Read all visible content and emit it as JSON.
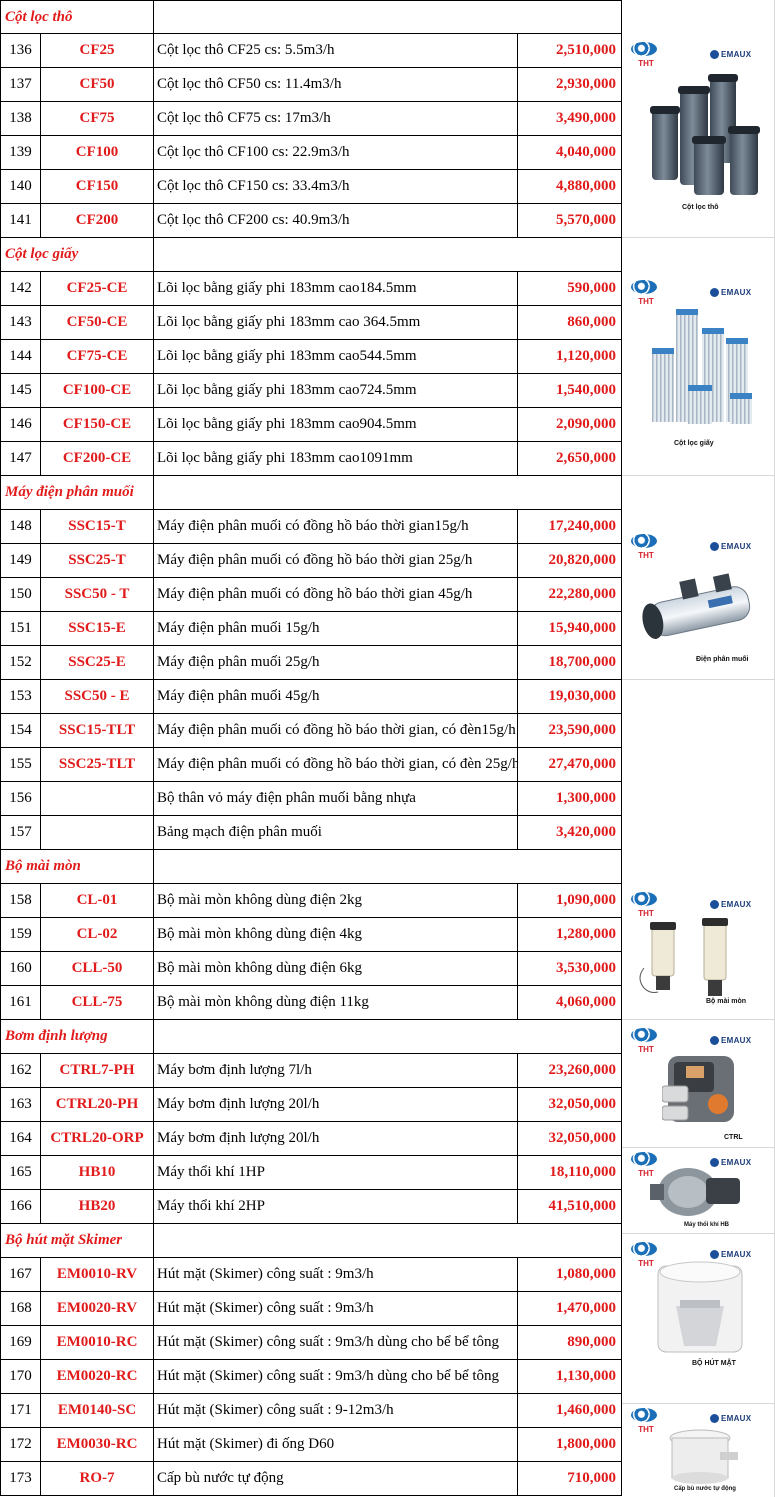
{
  "sections": [
    {
      "title": "Cột lọc thô",
      "items": [
        {
          "no": "136",
          "code": "CF25",
          "desc": "Cột lọc thô CF25 cs: 5.5m3/h",
          "price": "2,510,000"
        },
        {
          "no": "137",
          "code": "CF50",
          "desc": "Cột lọc thô CF50 cs: 11.4m3/h",
          "price": "2,930,000"
        },
        {
          "no": "138",
          "code": "CF75",
          "desc": "Cột lọc thô CF75 cs: 17m3/h",
          "price": "3,490,000"
        },
        {
          "no": "139",
          "code": "CF100",
          "desc": "Cột lọc thô CF100 cs: 22.9m3/h",
          "price": "4,040,000"
        },
        {
          "no": "140",
          "code": "CF150",
          "desc": "Cột lọc thô CF150 cs: 33.4m3/h",
          "price": "4,880,000"
        },
        {
          "no": "141",
          "code": "CF200",
          "desc": "Cột lọc thô CF200 cs: 40.9m3/h",
          "price": "5,570,000"
        }
      ]
    },
    {
      "title": "Cột lọc giấy",
      "items": [
        {
          "no": "142",
          "code": "CF25-CE",
          "desc": "Lõi lọc bằng giấy phi 183mm cao184.5mm",
          "price": "590,000"
        },
        {
          "no": "143",
          "code": "CF50-CE",
          "desc": "Lõi lọc bằng giấy phi 183mm cao 364.5mm",
          "price": "860,000"
        },
        {
          "no": "144",
          "code": "CF75-CE",
          "desc": "Lõi lọc bằng giấy phi 183mm cao544.5mm",
          "price": "1,120,000"
        },
        {
          "no": "145",
          "code": "CF100-CE",
          "desc": "Lõi lọc bằng giấy phi 183mm cao724.5mm",
          "price": "1,540,000"
        },
        {
          "no": "146",
          "code": "CF150-CE",
          "desc": "Lõi lọc bằng giấy phi 183mm cao904.5mm",
          "price": "2,090,000"
        },
        {
          "no": "147",
          "code": "CF200-CE",
          "desc": "Lõi lọc bằng giấy phi 183mm cao1091mm",
          "price": "2,650,000"
        }
      ]
    },
    {
      "title": "Máy điện phân muối",
      "items": [
        {
          "no": "148",
          "code": "SSC15-T",
          "desc": "Máy điện phân muối có đồng hồ báo thời gian15g/h",
          "price": "17,240,000"
        },
        {
          "no": "149",
          "code": "SSC25-T",
          "desc": "Máy điện phân muối có đồng hồ báo thời gian 25g/h",
          "price": "20,820,000"
        },
        {
          "no": "150",
          "code": "SSC50 - T",
          "desc": "Máy điện phân muối có đồng hồ báo thời gian 45g/h",
          "price": "22,280,000"
        },
        {
          "no": "151",
          "code": "SSC15-E",
          "desc": "Máy điện phân muối 15g/h",
          "price": "15,940,000"
        },
        {
          "no": "152",
          "code": "SSC25-E",
          "desc": "Máy điện phân muối 25g/h",
          "price": "18,700,000"
        },
        {
          "no": "153",
          "code": "SSC50 - E",
          "desc": "Máy điện phân muối 45g/h",
          "price": "19,030,000"
        },
        {
          "no": "154",
          "code": "SSC15-TLT",
          "desc": "Máy điện phân muối có đồng hồ báo thời gian, có đèn15g/h",
          "price": "23,590,000"
        },
        {
          "no": "155",
          "code": "SSC25-TLT",
          "desc": "Máy điện phân muối có đồng hồ báo thời gian, có đèn 25g/h",
          "price": "27,470,000"
        },
        {
          "no": "156",
          "code": "",
          "desc": "Bộ thân vỏ máy điện phân muối bằng nhựa",
          "price": "1,300,000"
        },
        {
          "no": "157",
          "code": "",
          "desc": "Bảng mạch điện phân muối",
          "price": "3,420,000"
        }
      ]
    },
    {
      "title": "Bộ mài mòn",
      "items": [
        {
          "no": "158",
          "code": "CL-01",
          "desc": "Bộ mài mòn không dùng điện 2kg",
          "price": "1,090,000"
        },
        {
          "no": "159",
          "code": "CL-02",
          "desc": "Bộ mài mòn không dùng điện 4kg",
          "price": "1,280,000"
        },
        {
          "no": "160",
          "code": "CLL-50",
          "desc": "Bộ mài mòn không dùng điện 6kg",
          "price": "3,530,000"
        },
        {
          "no": "161",
          "code": "CLL-75",
          "desc": "Bộ mài mòn không dùng điện 11kg",
          "price": "4,060,000"
        }
      ]
    },
    {
      "title": "Bơm định lượng",
      "items": [
        {
          "no": "162",
          "code": "CTRL7-PH",
          "desc": "Máy bơm định lượng 7l/h",
          "price": "23,260,000"
        },
        {
          "no": "163",
          "code": "CTRL20-PH",
          "desc": "Máy bơm định lượng 20l/h",
          "price": "32,050,000"
        },
        {
          "no": "164",
          "code": "CTRL20-ORP",
          "desc": "Máy bơm định lượng 20l/h",
          "price": "32,050,000"
        },
        {
          "no": "165",
          "code": "HB10",
          "desc": "Máy thổi khí 1HP",
          "price": "18,110,000"
        },
        {
          "no": "166",
          "code": "HB20",
          "desc": "Máy thổi khí 2HP",
          "price": "41,510,000"
        }
      ]
    },
    {
      "title": "Bộ hút mặt Skimer",
      "items": [
        {
          "no": "167",
          "code": "EM0010-RV",
          "desc": "Hút mặt (Skimer) công suất : 9m3/h",
          "price": "1,080,000"
        },
        {
          "no": "168",
          "code": "EM0020-RV",
          "desc": "Hút mặt (Skimer) công suất : 9m3/h",
          "price": "1,470,000"
        },
        {
          "no": "169",
          "code": "EM0010-RC",
          "desc": "Hút mặt (Skimer) công suất : 9m3/h dùng cho bể bể tông",
          "price": "890,000"
        },
        {
          "no": "170",
          "code": "EM0020-RC",
          "desc": "Hút mặt (Skimer) công suất : 9m3/h dùng cho bể bể tông",
          "price": "1,130,000"
        },
        {
          "no": "171",
          "code": "EM0140-SC",
          "desc": "Hút mặt (Skimer) công suất : 9-12m3/h",
          "price": "1,460,000"
        },
        {
          "no": "172",
          "code": "EM0030-RC",
          "desc": "Hút mặt (Skimer) đi ống D60",
          "price": "1,800,000"
        },
        {
          "no": "173",
          "code": "RO-7",
          "desc": "Cấp bù nước tự động",
          "price": "710,000"
        }
      ]
    }
  ],
  "brand": {
    "tht": "THT",
    "emaux": "EMAUX"
  },
  "panels": [
    {
      "caption": "Cột lọc thô"
    },
    {
      "caption": "Cột lọc giấy"
    },
    {
      "caption": "Điện phân muối"
    },
    {
      "caption": "Bộ mài mòn"
    },
    {
      "caption": "CTRL"
    },
    {
      "caption": "Máy thổi khí HB"
    },
    {
      "caption": "BỘ HÚT MẶT"
    },
    {
      "caption": "Cấp bù nước tự động"
    }
  ]
}
